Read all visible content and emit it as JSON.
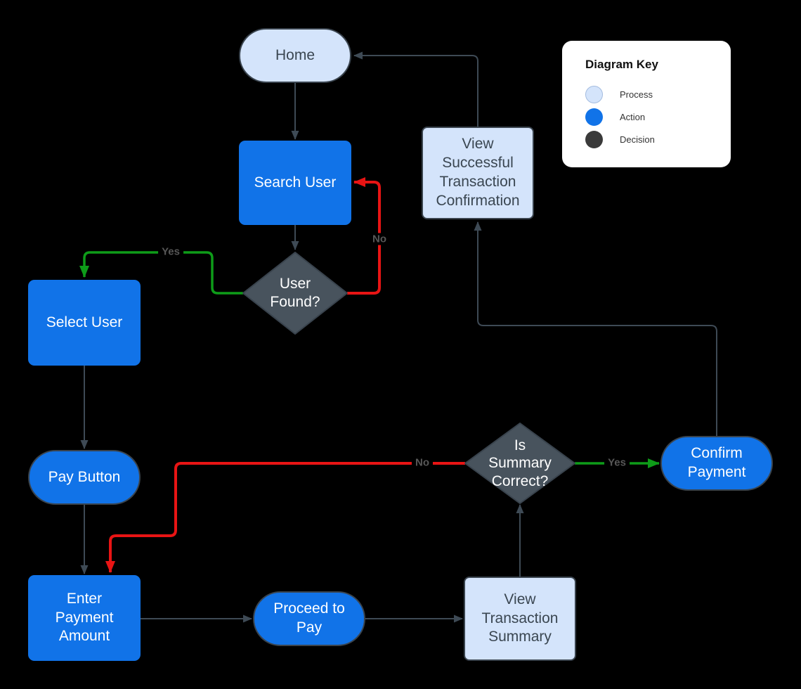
{
  "diagram": {
    "nodes": {
      "home": {
        "label": "Home",
        "type": "process"
      },
      "search_user": {
        "label": "Search User",
        "type": "action"
      },
      "user_found": {
        "label": "User Found?",
        "type": "decision"
      },
      "select_user": {
        "label": "Select User",
        "type": "action"
      },
      "pay_button": {
        "label": "Pay Button",
        "type": "action"
      },
      "enter_payment_amount": {
        "label": "Enter Payment Amount",
        "type": "action"
      },
      "proceed_to_pay": {
        "label": "Proceed to Pay",
        "type": "action"
      },
      "view_transaction_summary": {
        "label": "View Transaction Summary",
        "type": "process"
      },
      "is_summary_correct": {
        "label": "Is Summary Correct?",
        "type": "decision"
      },
      "confirm_payment": {
        "label": "Confirm Payment",
        "type": "action"
      },
      "view_successful_transaction_confirmation": {
        "label": "View Successful Transaction Confirmation",
        "type": "process"
      }
    },
    "edges": [
      {
        "from": "home",
        "to": "search_user",
        "label": "",
        "color": "dark"
      },
      {
        "from": "search_user",
        "to": "user_found",
        "label": "",
        "color": "dark"
      },
      {
        "from": "user_found",
        "to": "select_user",
        "label": "Yes",
        "color": "green"
      },
      {
        "from": "user_found",
        "to": "search_user",
        "label": "No",
        "color": "red"
      },
      {
        "from": "select_user",
        "to": "pay_button",
        "label": "",
        "color": "dark"
      },
      {
        "from": "pay_button",
        "to": "enter_payment_amount",
        "label": "",
        "color": "dark"
      },
      {
        "from": "enter_payment_amount",
        "to": "proceed_to_pay",
        "label": "",
        "color": "dark"
      },
      {
        "from": "proceed_to_pay",
        "to": "view_transaction_summary",
        "label": "",
        "color": "dark"
      },
      {
        "from": "view_transaction_summary",
        "to": "is_summary_correct",
        "label": "",
        "color": "dark"
      },
      {
        "from": "is_summary_correct",
        "to": "confirm_payment",
        "label": "Yes",
        "color": "green"
      },
      {
        "from": "is_summary_correct",
        "to": "enter_payment_amount",
        "label": "No",
        "color": "red"
      },
      {
        "from": "confirm_payment",
        "to": "view_successful_transaction_confirmation",
        "label": "",
        "color": "dark"
      },
      {
        "from": "view_successful_transaction_confirmation",
        "to": "home",
        "label": "",
        "color": "dark"
      }
    ]
  },
  "key": {
    "title": "Diagram Key",
    "items": [
      {
        "label": "Process",
        "color": "#d4e4fb"
      },
      {
        "label": "Action",
        "color": "#1173e8"
      },
      {
        "label": "Decision",
        "color": "#3a3a3a"
      }
    ]
  },
  "colors": {
    "canvas-bg": "#000000",
    "action-blue": "#1173e8",
    "process-blue": "#d4e4fb",
    "decision-gray": "#48535d",
    "decision-border": "#39434d",
    "line-dark": "#3e4a55",
    "edge-red": "#e81414",
    "edge-green": "#0e9c19",
    "edge-label-gray": "#575757",
    "node-border": "#3a444e",
    "dark-text": "#3a4651",
    "decision-swatch": "#3a3a3a",
    "key-bg": "#ffffff",
    "key-title": "#111111",
    "key-text": "#333333"
  }
}
